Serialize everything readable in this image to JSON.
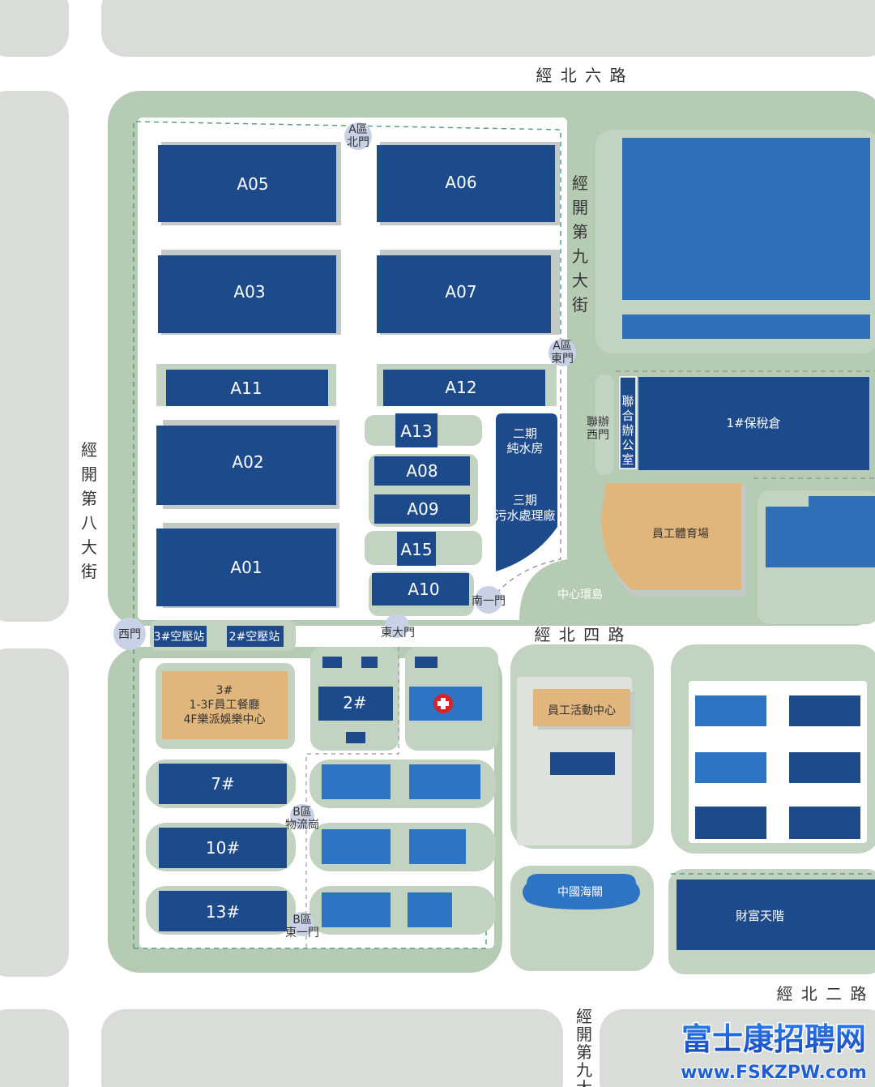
{
  "colors": {
    "background": "#ffffff",
    "grey_block": "#d9dcd9",
    "green_border": "#b5cbb4",
    "green_fill": "#c3d3c2",
    "navy_building": "#1c4a8a",
    "light_blue_building": "#2f6fb8",
    "bright_blue_building": "#2e74c4",
    "orange_building": "#e1b67c",
    "gate_circle": "#c9d1e6",
    "plaza_grey": "#dfe1df"
  },
  "roads": {
    "north": "經 北 六 路",
    "middle": "經 北 四 路",
    "south": "經 北 二 路",
    "west": [
      "經",
      "開",
      "第",
      "八",
      "大",
      "街"
    ],
    "east": [
      "經",
      "開",
      "第",
      "九",
      "大",
      "街"
    ],
    "south_east": [
      "經",
      "開",
      "第",
      "九",
      "大"
    ]
  },
  "buildings": {
    "a05": "A05",
    "a06": "A06",
    "a03": "A03",
    "a07": "A07",
    "a11": "A11",
    "a12": "A12",
    "a13": "A13",
    "a02": "A02",
    "a08": "A08",
    "a09": "A09",
    "a15": "A15",
    "a01": "A01",
    "a10": "A10",
    "phase2_water": [
      "二期",
      "純水房"
    ],
    "phase3_sewage": [
      "三期",
      "污水處理廠"
    ],
    "joint_office": [
      "聯",
      "合",
      "辦",
      "公",
      "室"
    ],
    "bonded_warehouse": "1#保稅倉",
    "staff_gym": "員工體育場",
    "center_island": "中心環島",
    "air_station_3": "3#空壓站",
    "air_station_2": "2#空壓站",
    "canteen": [
      "3#",
      "1-3F員工餐廳",
      "4F樂派娛樂中心"
    ],
    "b2": "2#",
    "activity_center": "員工活動中心",
    "b7": "7#",
    "b10": "10#",
    "b13": "13#",
    "customs": "中國海關",
    "fortune_steps": "財富天階"
  },
  "gates": {
    "a_north": [
      "A區",
      "北門"
    ],
    "a_east": [
      "A區",
      "東門"
    ],
    "joint_west": [
      "聯辦",
      "西門"
    ],
    "south_one": "南一門",
    "west": "西門",
    "east_main": "東大門",
    "b_logistics": [
      "B區",
      "物流崗"
    ],
    "b_east_one": [
      "B區",
      "東一門"
    ]
  },
  "watermark": {
    "name": "富士康招聘网",
    "url": "www.FSKZPW.com"
  }
}
